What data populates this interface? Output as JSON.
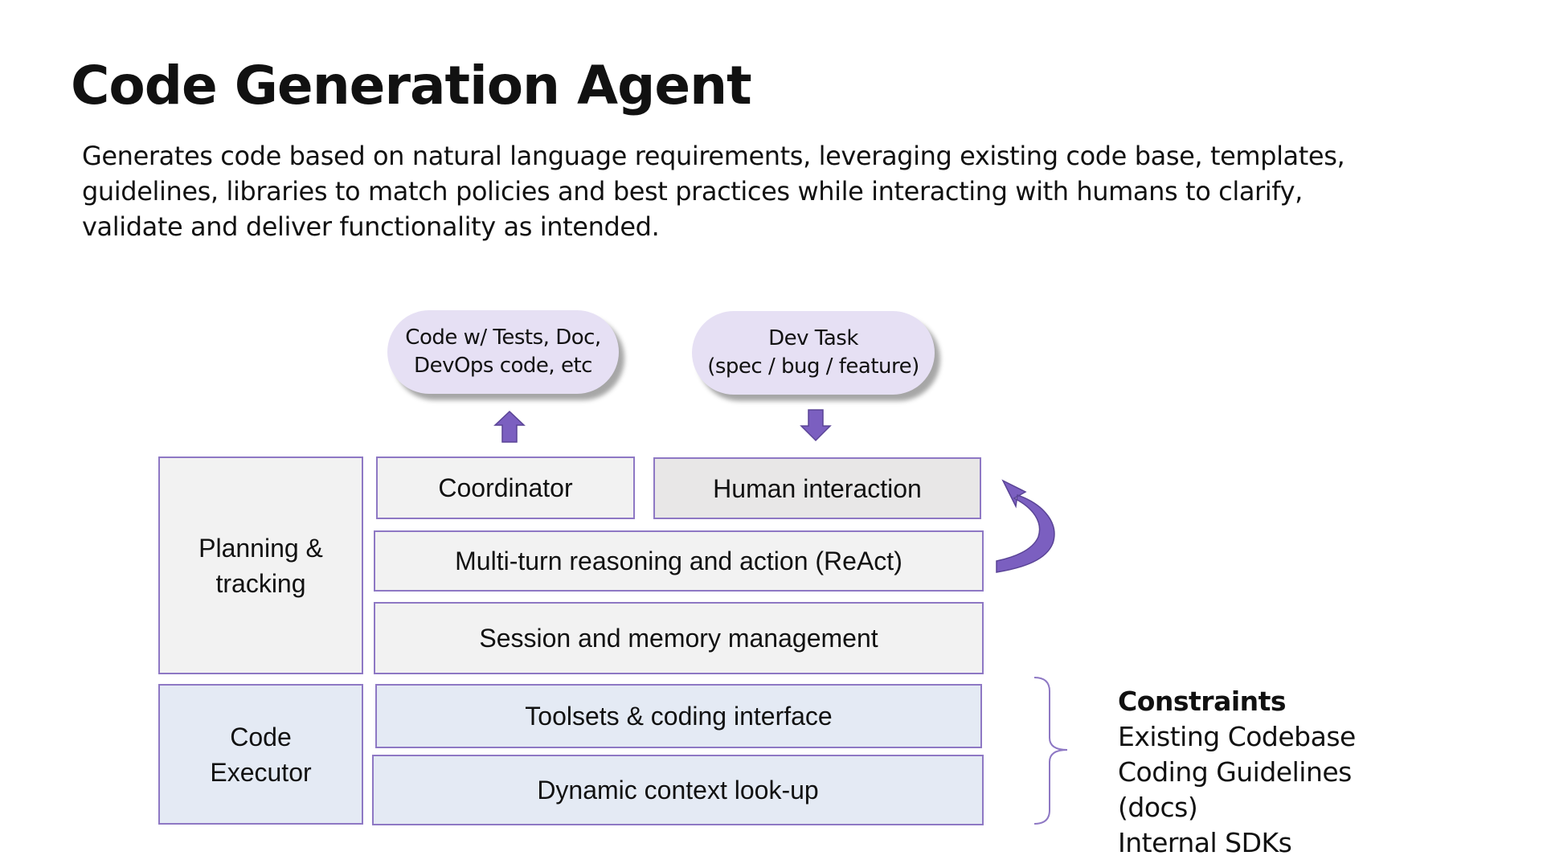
{
  "title": "Code Generation Agent",
  "description": [
    "Generates code based on natural language requirements, leveraging existing code base, templates,",
    "guidelines, libraries to match policies and best practices while interacting with humans to clarify,",
    "validate and deliver functionality as intended."
  ],
  "output_pill": [
    "Code w/ Tests, Doc,",
    "DevOps code, etc"
  ],
  "input_pill": [
    "Dev Task",
    "(spec / bug / feature)"
  ],
  "boxes": {
    "planning": [
      "Planning &",
      "tracking"
    ],
    "coordinator": "Coordinator",
    "human_interaction": "Human interaction",
    "react": "Multi-turn reasoning and action (ReAct)",
    "session": "Session and memory management",
    "executor": [
      "Code",
      "Executor"
    ],
    "toolsets": "Toolsets & coding interface",
    "dynamic_context": "Dynamic context look-up"
  },
  "constraints": {
    "heading": "Constraints",
    "items": [
      "Existing Codebase",
      "Coding Guidelines",
      "(docs)",
      "Internal SDKs"
    ]
  },
  "colors": {
    "accent_purple": "#7b5fc0",
    "pill_fill": "#e6e0f4",
    "box_border": "#8e78c4",
    "gray_fill": "#f2f2f2",
    "blue_fill": "#e4eaf4"
  }
}
